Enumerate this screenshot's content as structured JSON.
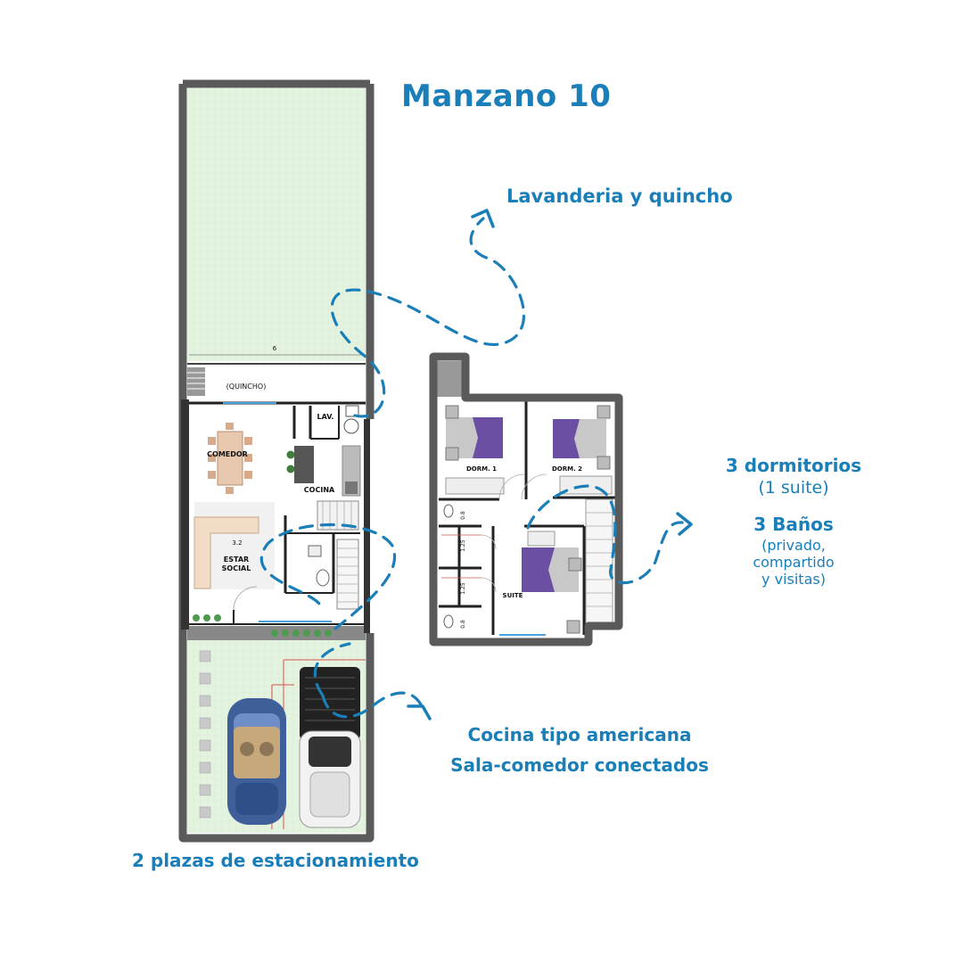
{
  "title": "Manzano 10",
  "callouts": {
    "laundry": "Lavanderia y quincho",
    "bedrooms": "3 dormitorios",
    "suite": "(1 suite)",
    "baths": "3 Baños",
    "baths_detail_1": "(privado,",
    "baths_detail_2": "compartido",
    "baths_detail_3": "y visitas)",
    "kitchen_1": "Cocina tipo americana",
    "kitchen_2": "Sala-comedor conectados",
    "parking": "2 plazas de estacionamiento"
  },
  "ground_floor": {
    "dim_width": "6",
    "quincho": "(QUINCHO)",
    "lav": "LAV.",
    "comedor": "COMEDOR",
    "cocina": "COCINA",
    "dim_estar": "3.2",
    "estar_1": "ESTAR",
    "estar_2": "SOCIAL"
  },
  "upper_floor": {
    "dorm1": "DORM. 1",
    "dorm2": "DORM. 2",
    "suite": "SUITE",
    "dim_a": "0.8",
    "dim_b": "1.25",
    "dim_c": "1.25",
    "dim_d": "0.8"
  },
  "colors": {
    "accent": "#1a7fb8",
    "wall": "#555555",
    "lawn": "#e4f3e0",
    "bed": "#6a4fa3"
  }
}
